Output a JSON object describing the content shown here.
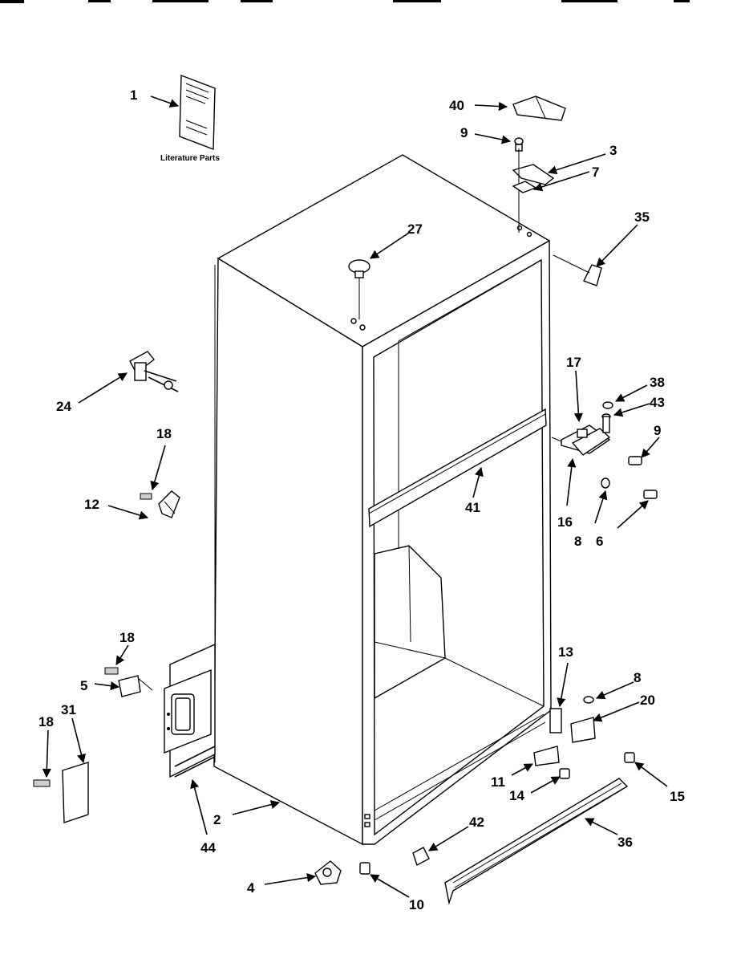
{
  "caption": "Literature Parts",
  "callouts": [
    {
      "id": "c1",
      "text": "1"
    },
    {
      "id": "c40",
      "text": "40"
    },
    {
      "id": "c9a",
      "text": "9"
    },
    {
      "id": "c3",
      "text": "3"
    },
    {
      "id": "c7",
      "text": "7"
    },
    {
      "id": "c35",
      "text": "35"
    },
    {
      "id": "c27",
      "text": "27"
    },
    {
      "id": "c24",
      "text": "24"
    },
    {
      "id": "c18a",
      "text": "18"
    },
    {
      "id": "c12",
      "text": "12"
    },
    {
      "id": "c17",
      "text": "17"
    },
    {
      "id": "c38",
      "text": "38"
    },
    {
      "id": "c43",
      "text": "43"
    },
    {
      "id": "c9b",
      "text": "9"
    },
    {
      "id": "c41",
      "text": "41"
    },
    {
      "id": "c16",
      "text": "16"
    },
    {
      "id": "c8a",
      "text": "8"
    },
    {
      "id": "c6",
      "text": "6"
    },
    {
      "id": "c18b",
      "text": "18"
    },
    {
      "id": "c5",
      "text": "5"
    },
    {
      "id": "c13",
      "text": "13"
    },
    {
      "id": "c8b",
      "text": "8"
    },
    {
      "id": "c20",
      "text": "20"
    },
    {
      "id": "c18c",
      "text": "18"
    },
    {
      "id": "c31",
      "text": "31"
    },
    {
      "id": "c11",
      "text": "11"
    },
    {
      "id": "c14",
      "text": "14"
    },
    {
      "id": "c15",
      "text": "15"
    },
    {
      "id": "c2",
      "text": "2"
    },
    {
      "id": "c44",
      "text": "44"
    },
    {
      "id": "c42",
      "text": "42"
    },
    {
      "id": "c36",
      "text": "36"
    },
    {
      "id": "c4",
      "text": "4"
    },
    {
      "id": "c10",
      "text": "10"
    }
  ]
}
